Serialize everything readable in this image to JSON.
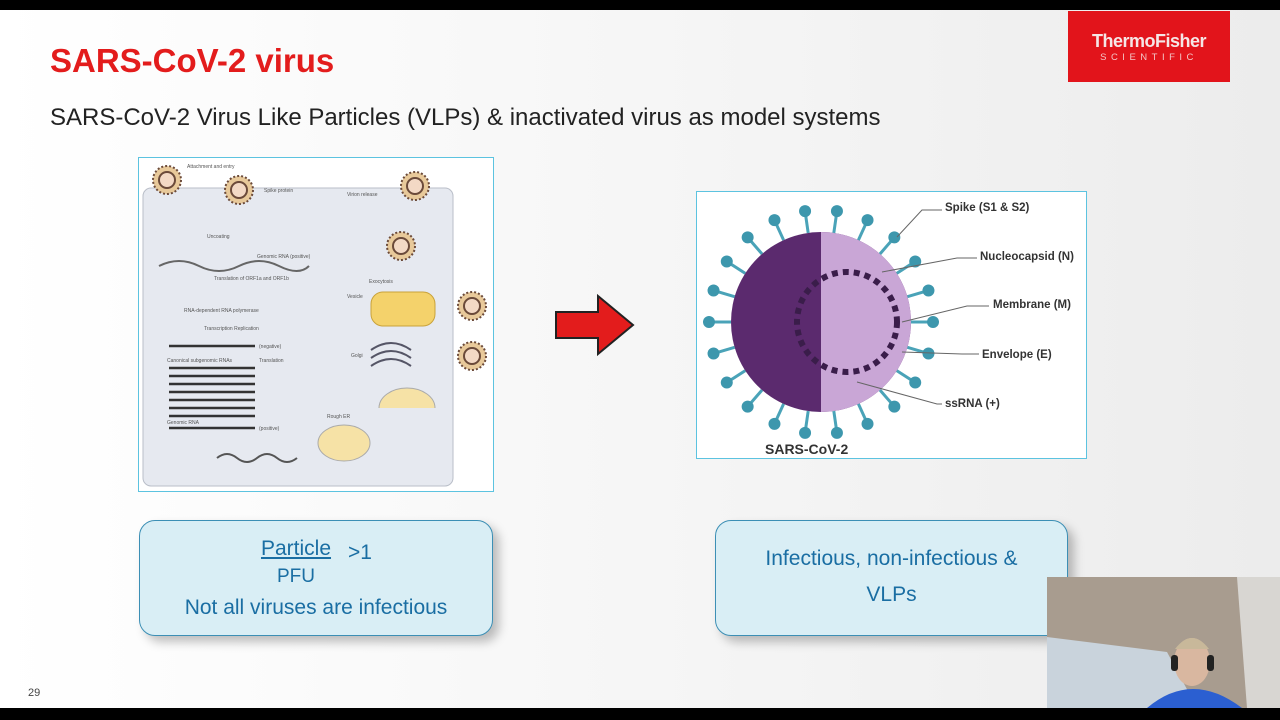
{
  "slide": {
    "title": "SARS-CoV-2 virus",
    "subtitle": "SARS-CoV-2 Virus Like Particles (VLPs) & inactivated virus as model systems",
    "page_number": "29",
    "logo": {
      "line1": "ThermoFisher",
      "line2": "SCIENTIFIC"
    },
    "left_figure": {
      "labels": [
        "Attachment and entry",
        "Spike protein",
        "Uncoating",
        "Genomic RNA (positive)",
        "Translation of ORF1a and ORF1b",
        "RNA-dependent RNA polymerase",
        "Transcription Replication",
        "(negative)",
        "Canonical subgenomic RNAs",
        "Translation",
        "Genomic RNA",
        "(positive)",
        "Rough ER",
        "Golgi",
        "Vesicle",
        "Exocytosis",
        "Virion release"
      ]
    },
    "right_figure": {
      "caption": "SARS-CoV-2",
      "labels": [
        "Spike (S1 & S2)",
        "Nucleocapsid (N)",
        "Membrane (M)",
        "Envelope (E)",
        "ssRNA (+)"
      ]
    },
    "left_box": {
      "numerator": "Particle",
      "denominator": "PFU",
      "comparison": ">1",
      "note": "Not all viruses are infectious"
    },
    "right_box": {
      "line1": "Infectious, non-infectious &",
      "line2": "VLPs"
    },
    "colors": {
      "title": "#e31c1c",
      "logo": "#e2141b",
      "box_text": "#1a6ea3",
      "box_fill": "#d9eef5",
      "frame": "#5cc3e0",
      "arrow": "#e31c1c"
    }
  }
}
